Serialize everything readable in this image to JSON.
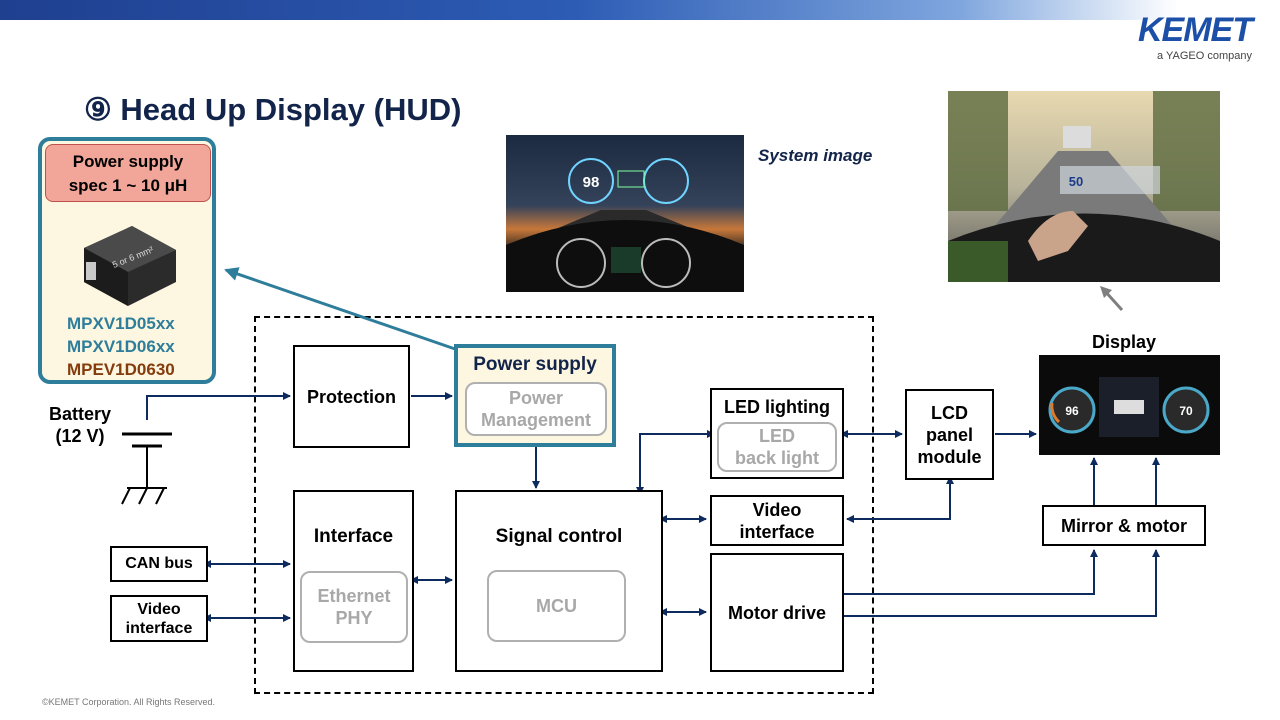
{
  "header": {
    "brand": "KEMET",
    "brand_sub": "a YAGEO company",
    "title": "⑨ Head Up Display (HUD)"
  },
  "power_supply_card": {
    "heading_line1": "Power supply",
    "heading_line2": "spec 1 ~ 10 μH",
    "inductor_label": "5 or 6 mm²",
    "parts": [
      {
        "name": "MPXV1D05xx",
        "color": "#2e7d9a"
      },
      {
        "name": "MPXV1D06xx",
        "color": "#2e7d9a"
      },
      {
        "name": "MPEV1D0630",
        "color": "#843c0c"
      }
    ]
  },
  "images": {
    "system_image_caption": "System image",
    "hud_speed_left": "98",
    "hud_speed_right": "50",
    "hud_panel_speeds": [
      "96",
      "70"
    ]
  },
  "battery": {
    "line1": "Battery",
    "line2": "(12 V)"
  },
  "blocks": {
    "protection": "Protection",
    "power_supply": "Power supply",
    "power_management_1": "Power",
    "power_management_2": "Management",
    "led_lighting": "LED lighting",
    "led_backlight_1": "LED",
    "led_backlight_2": "back light",
    "lcd_1": "LCD",
    "lcd_2": "panel",
    "lcd_3": "module",
    "display": "Display",
    "interface": "Interface",
    "ethernet_1": "Ethernet",
    "ethernet_2": "PHY",
    "signal_control": "Signal control",
    "mcu": "MCU",
    "video_interface_1": "Video",
    "video_interface_2": "interface",
    "motor_drive": "Motor drive",
    "mirror_motor": "Mirror & motor",
    "can_bus": "CAN bus",
    "video_interface_ext_1": "Video",
    "video_interface_ext_2": "interface"
  },
  "colors": {
    "navy": "#0d2b5e",
    "teal": "#2e7d9a",
    "highlight_fill": "#fdf7e1"
  },
  "footer": "©KEMET Corporation. All Rights Reserved."
}
